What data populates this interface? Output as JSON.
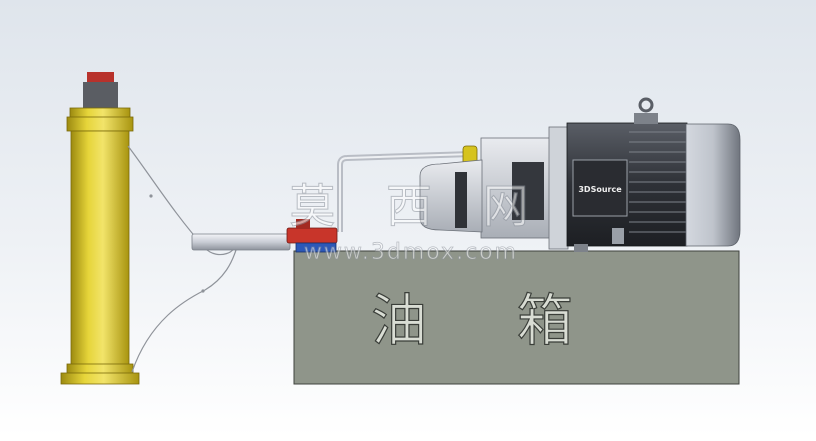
{
  "tank": {
    "label": "油 箱"
  },
  "motor": {
    "badge": "3DSource"
  },
  "watermark": {
    "chinese": "莫 西 网",
    "url": "www.3dmox.com"
  },
  "colors": {
    "background_top": "#dfe5ec",
    "background_bottom": "#ffffff",
    "tank_fill": "#8f958a",
    "cylinder_yellow": "#d8c21f",
    "motor_dark": "#3a3d43",
    "motor_silver": "#c8ccd4",
    "valve_red": "#c8352a",
    "valve_blue": "#2c58b8"
  }
}
